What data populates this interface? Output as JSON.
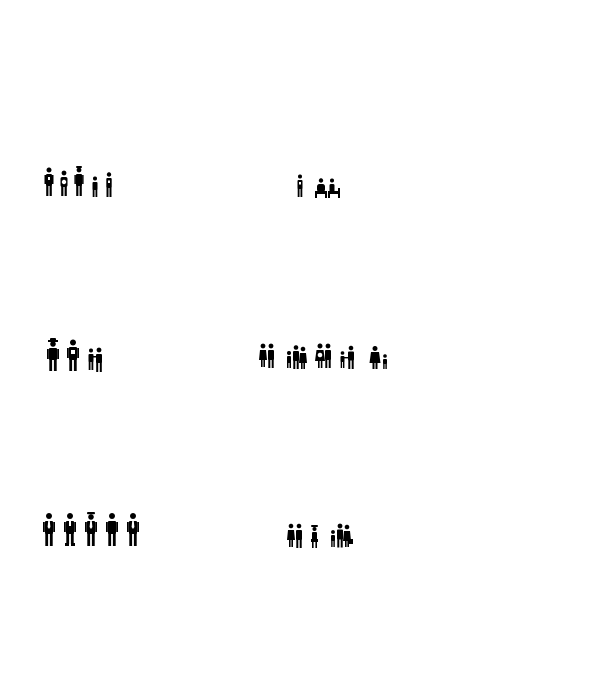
{
  "colors": {
    "background": "#ffffff",
    "pictogram": "#000000"
  },
  "groups": [
    {
      "name": "row1-left",
      "figures": [
        "adult-with-lanyard",
        "adult-with-child-carrier",
        "adult-with-cap",
        "child",
        "child-with-lanyard"
      ]
    },
    {
      "name": "row1-right",
      "figures": [
        "adult-with-lanyard",
        "seated-person",
        "seated-pair"
      ]
    },
    {
      "name": "row2-left",
      "figures": [
        "adult-with-hat",
        "adult-with-lanyard",
        "child-holding-hand"
      ]
    },
    {
      "name": "row2-right",
      "figures": [
        "couple",
        "family-with-stroller",
        "couple-with-bag",
        "adult-with-child",
        "adult-with-small-child"
      ]
    },
    {
      "name": "row3-left",
      "figures": [
        "adult-with-tie",
        "adult-with-vest",
        "adult-with-cap",
        "adult",
        "adult-with-tie"
      ]
    },
    {
      "name": "row3-right",
      "figures": [
        "couple",
        "person-with-cap",
        "family-group"
      ]
    }
  ]
}
